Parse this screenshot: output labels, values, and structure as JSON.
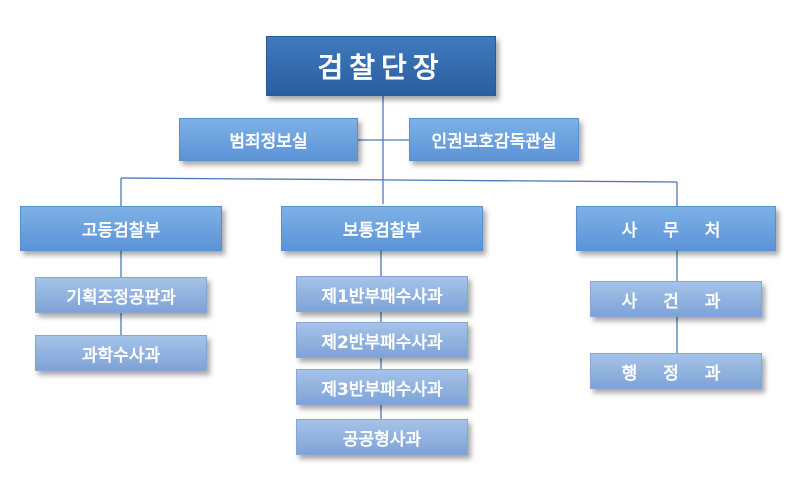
{
  "org": {
    "head": "검찰단장",
    "staff_left": "범죄정보실",
    "staff_right": "인권보호감독관실",
    "divisions": [
      {
        "name": "고등검찰부",
        "units": [
          "기획조정공판과",
          "과학수사과"
        ]
      },
      {
        "name": "보통검찰부",
        "units": [
          "제1반부패수사과",
          "제2반부패수사과",
          "제3반부패수사과",
          "공공형사과"
        ]
      },
      {
        "name": "사 무 처",
        "units": [
          "사 건 과",
          "행 정 과"
        ]
      }
    ]
  },
  "colors": {
    "head_fill": "#2f67aa",
    "division_fill": "#6a9fdd",
    "unit_fill": "#8eb0df",
    "line": "#4a7ab8"
  }
}
